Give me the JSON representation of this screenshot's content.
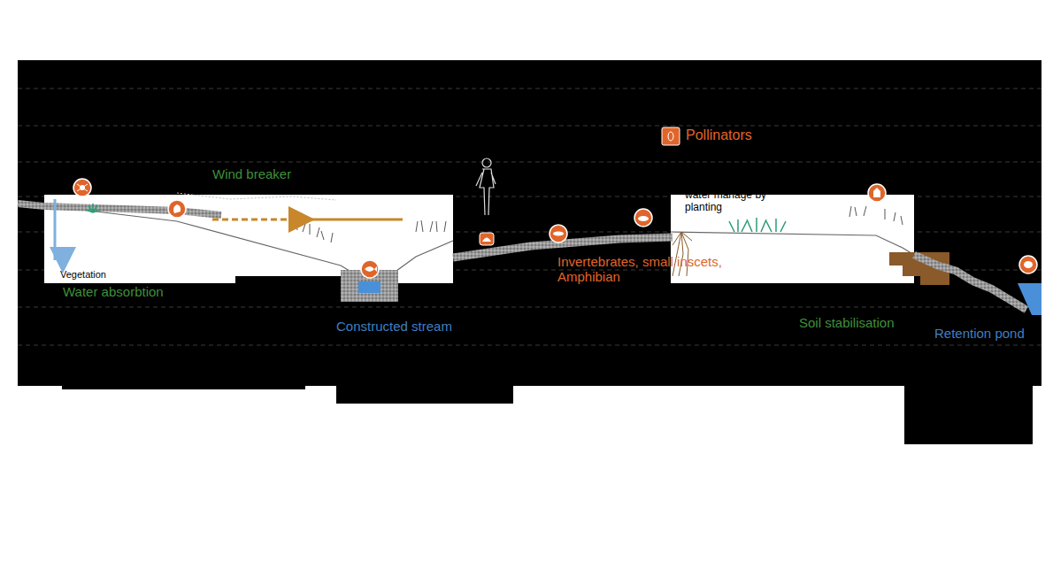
{
  "diagram": {
    "nodes": [
      {
        "text": [
          "Vegetation"
        ]
      },
      {
        "text": [
          "water manage by planting"
        ]
      }
    ],
    "labels": [
      "Pollinators",
      "Wind breaker",
      "Water absorbtion",
      "Constructed stream",
      "Invertebrates, small inscets, Amphibian",
      "Soil stabilisation",
      "Retention pond"
    ]
  }
}
